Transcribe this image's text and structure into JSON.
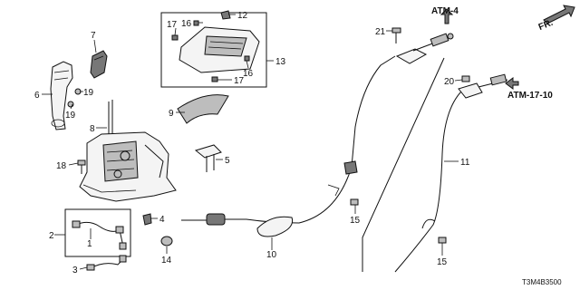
{
  "callouts": [
    {
      "id": "c1",
      "label": "1"
    },
    {
      "id": "c2",
      "label": "2"
    },
    {
      "id": "c3",
      "label": "3"
    },
    {
      "id": "c4",
      "label": "4"
    },
    {
      "id": "c5",
      "label": "5"
    },
    {
      "id": "c6",
      "label": "6"
    },
    {
      "id": "c7",
      "label": "7"
    },
    {
      "id": "c8",
      "label": "8"
    },
    {
      "id": "c9",
      "label": "9"
    },
    {
      "id": "c10",
      "label": "10"
    },
    {
      "id": "c11",
      "label": "11"
    },
    {
      "id": "c12",
      "label": "12"
    },
    {
      "id": "c13",
      "label": "13"
    },
    {
      "id": "c14",
      "label": "14"
    },
    {
      "id": "c15a",
      "label": "15"
    },
    {
      "id": "c15b",
      "label": "15"
    },
    {
      "id": "c16a",
      "label": "16"
    },
    {
      "id": "c16b",
      "label": "16"
    },
    {
      "id": "c17a",
      "label": "17"
    },
    {
      "id": "c17b",
      "label": "17"
    },
    {
      "id": "c18",
      "label": "18"
    },
    {
      "id": "c19a",
      "label": "19"
    },
    {
      "id": "c19b",
      "label": "19"
    },
    {
      "id": "c20",
      "label": "20"
    },
    {
      "id": "c21",
      "label": "21"
    }
  ],
  "references": {
    "atm4": "ATM-4",
    "atm1710": "ATM-17-10"
  },
  "direction": {
    "label": "FR."
  },
  "diagram_code": "T3M4B3500"
}
